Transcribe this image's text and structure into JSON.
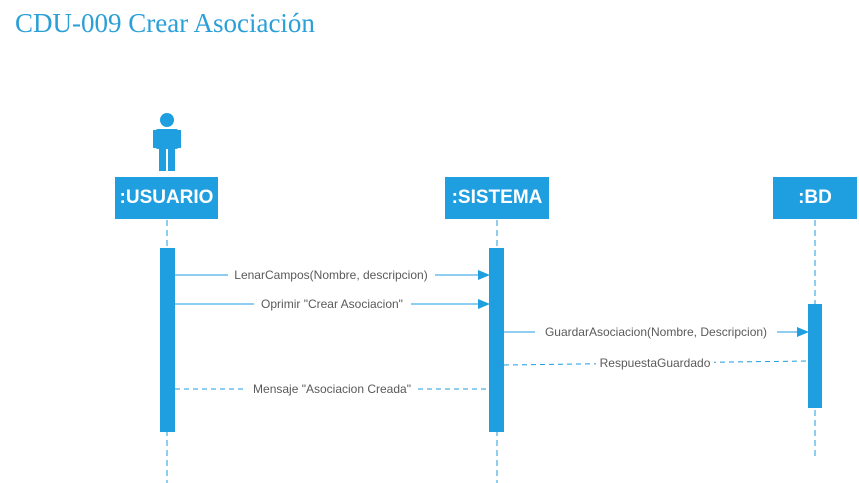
{
  "title": "CDU-009 Crear Asociación",
  "colors": {
    "accent": "#1f9ee0",
    "title": "#2a9fd8",
    "line": "#1f9ee0",
    "label_text": "#5a5a5a",
    "background": "#ffffff"
  },
  "participants": [
    {
      "id": "usuario",
      "label": ":USUARIO",
      "icon": "actor-icon"
    },
    {
      "id": "sistema",
      "label": ":SISTEMA"
    },
    {
      "id": "bd",
      "label": ":BD"
    }
  ],
  "messages": [
    {
      "from": "usuario",
      "to": "sistema",
      "label": "LenarCampos(Nombre, descripcion)",
      "type": "sync"
    },
    {
      "from": "usuario",
      "to": "sistema",
      "label": "Oprimir \"Crear Asociacion\"",
      "type": "sync"
    },
    {
      "from": "sistema",
      "to": "bd",
      "label": "GuardarAsociacion(Nombre, Descripcion)",
      "type": "sync"
    },
    {
      "from": "bd",
      "to": "sistema",
      "label": "RespuestaGuardado",
      "type": "return"
    },
    {
      "from": "sistema",
      "to": "usuario",
      "label": "Mensaje \"Asociacion Creada\"",
      "type": "return"
    }
  ]
}
